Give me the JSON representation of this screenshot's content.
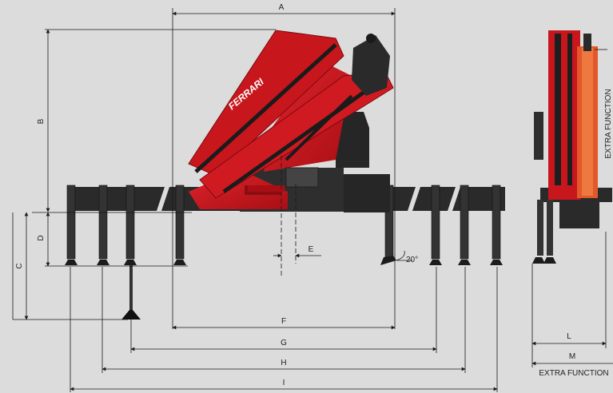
{
  "dimensions": {
    "A": "A",
    "B": "B",
    "C": "C",
    "D": "D",
    "E": "E",
    "F": "F",
    "G": "G",
    "H": "H",
    "I": "I",
    "L": "L",
    "M": "M"
  },
  "angle_label": "20°",
  "side_view": {
    "extra_function_vertical": "EXTRA FUNCTION",
    "extra_function_bottom": "EXTRA FUNCTION"
  },
  "brand_on_boom": "FERRARI",
  "colors": {
    "background": "#dcdcdc",
    "crane_red": "#c8161d",
    "crane_orange": "#e2582a",
    "beam": "#2a2a2a",
    "dimension_line": "#1a1a1a"
  }
}
